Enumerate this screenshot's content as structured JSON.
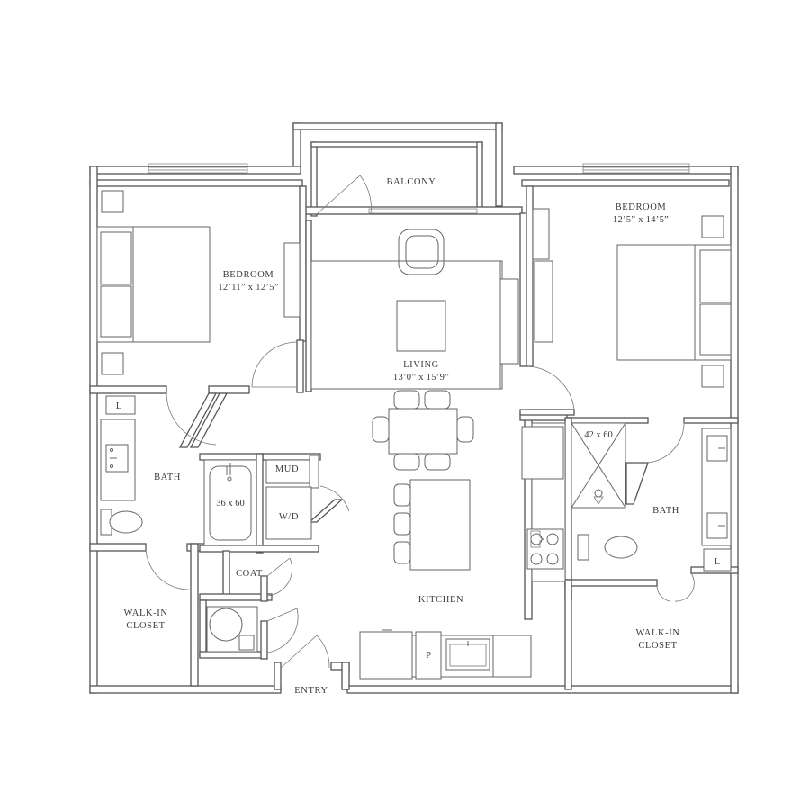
{
  "rooms": {
    "balcony": "BALCONY",
    "bedroom_left": {
      "label": "BEDROOM",
      "dims": "12’11” x 12’5”"
    },
    "bedroom_right": {
      "label": "BEDROOM",
      "dims": "12’5” x 14’5”"
    },
    "living": {
      "label": "LIVING",
      "dims": "13’0” x 15’9”"
    },
    "bath_left": "BATH",
    "bath_right": "BATH",
    "mud": "MUD",
    "wd": "W/D",
    "coat": "COAT",
    "kitchen": "KITCHEN",
    "walkin_left": [
      "WALK-IN",
      "CLOSET"
    ],
    "walkin_right": [
      "WALK-IN",
      "CLOSET"
    ],
    "entry": "ENTRY"
  },
  "fixtures": {
    "tub": "36 x 60",
    "shower": "42 x 60",
    "linen_left": "L",
    "linen_right": "L",
    "pantry": "P"
  }
}
